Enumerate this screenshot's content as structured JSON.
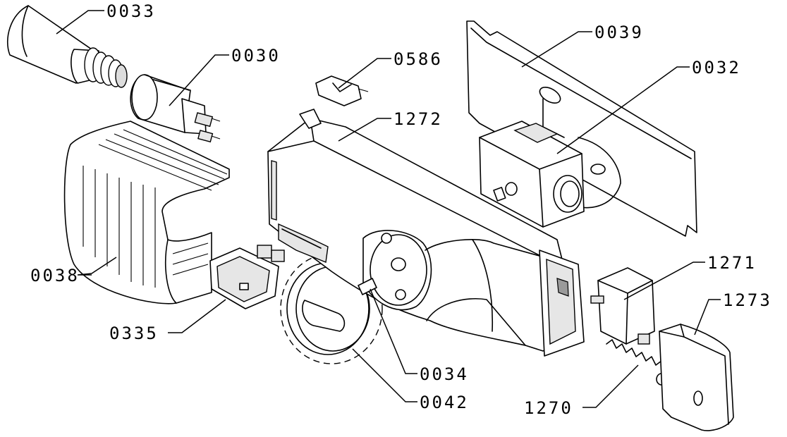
{
  "diagram": {
    "labels": {
      "l0033": "0033",
      "l0030": "0030",
      "l0586": "0586",
      "l0039": "0039",
      "l0032": "0032",
      "l1272": "1272",
      "l0038": "0038",
      "l0335": "0335",
      "l0034": "0034",
      "l0042": "0042",
      "l1271": "1271",
      "l1273": "1273",
      "l1270": "1270"
    }
  }
}
